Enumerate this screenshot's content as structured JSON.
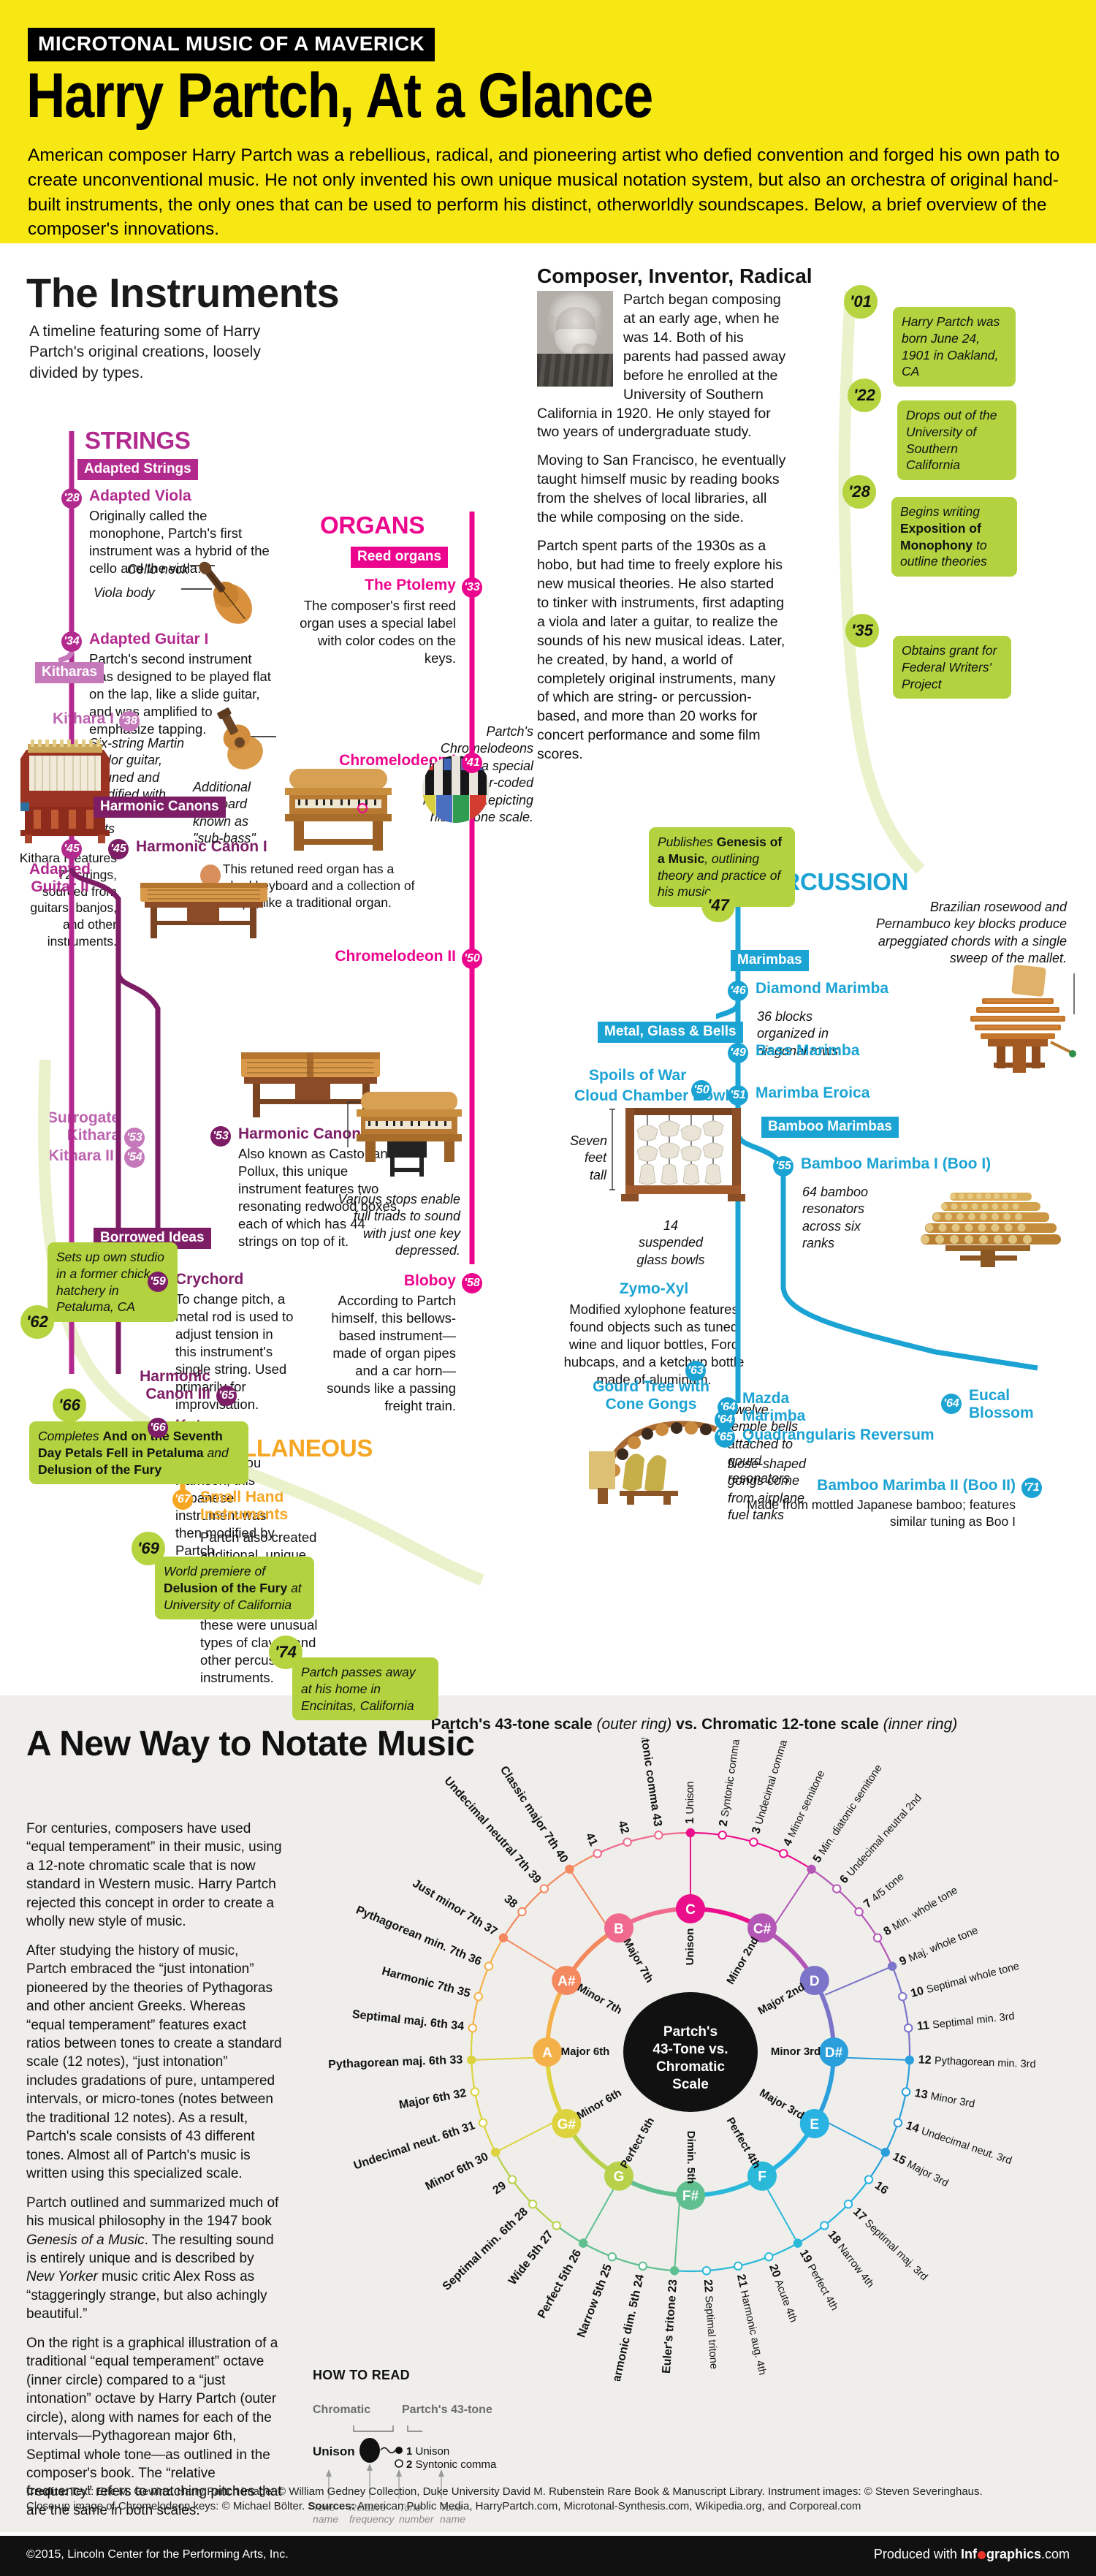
{
  "header": {
    "kicker": "MICROTONAL MUSIC OF A MAVERICK",
    "title": "Harry Partch, At a Glance",
    "intro": "American composer Harry Partch was a rebellious, radical, and pioneering artist who defied convention and forged his own path to create unconventional music. He not only invented his own unique musical notation system, but also an orchestra of original hand-built instruments, the only ones that can be used to perform his distinct, otherworldly soundscapes. Below, a brief overview of the composer's innovations.",
    "bg_color": "#f7e814"
  },
  "instruments": {
    "title": "The Instruments",
    "subtitle": "A timeline featuring some of Harry Partch's original creations, loosely divided by types."
  },
  "composer": {
    "heading": "Composer, Inventor, Radical",
    "p1": "Partch began composing at an early age, when he was 14. Both of his parents had passed away before he enrolled at the University of Southern California in 1920. He only stayed for two years of undergraduate study.",
    "p2": "Moving to San Francisco, he eventually taught himself music by reading books from the shelves of local libraries, all the while composing on the side.",
    "p3": "Partch spent parts of the 1930s as a hobo, but had time to freely explore his new musical theories. He also started to tinker with instruments, first adapting a viola and later a guitar, to realize the sounds of his new musical ideas. Later, he created, by hand, a world of completely original instruments, many of which are string- or percussion-based, and more than 20 works for concert performance and some film scores."
  },
  "life_timeline": [
    {
      "year": "'01",
      "text": "Harry Partch was born June 24, 1901 in Oakland, CA"
    },
    {
      "year": "'22",
      "text": "Drops out of the University of Southern California"
    },
    {
      "year": "'28",
      "text": "Begins writing Exposition of Monophony to outline theories",
      "bold_part": "Exposition of Monophony"
    },
    {
      "year": "'35",
      "text": "Obtains grant for Federal Writers' Project"
    },
    {
      "year": "'47",
      "text": "Publishes Genesis of a Music, outlining theory and practice of his music",
      "bold_part": "Genesis of a Music"
    },
    {
      "year": "'62",
      "text": "Sets up own studio in a former chick hatchery in Petaluma, CA"
    },
    {
      "year": "'66",
      "text": "Completes And on the Seventh Day Petals Fell in Petaluma and Delusion of the Fury",
      "bold_part": "And on the Seventh Day Petals Fell in Petaluma"
    },
    {
      "year": "'69",
      "text": "World premiere of Delusion of the Fury at University of California",
      "bold_part": "Delusion of the Fury"
    },
    {
      "year": "'74",
      "text": "Partch passes away at his home in Encinitas, California"
    }
  ],
  "categories": {
    "strings": {
      "label": "STRINGS",
      "color": "#b32a8f"
    },
    "organs": {
      "label": "ORGANS",
      "color": "#ec068d"
    },
    "percussion": {
      "label": "PERCUSSION",
      "color": "#1ba3d4"
    },
    "miscellaneous": {
      "label": "MISCELLANEOUS",
      "color": "#f5a623"
    }
  },
  "subgroups": {
    "adapted_strings": "Adapted Strings",
    "kitharas": "Kitharas",
    "harmonic_canons": "Harmonic Canons",
    "borrowed_ideas": "Borrowed Ideas",
    "reed_organs": "Reed organs",
    "metal_glass_bells": "Metal, Glass & Bells",
    "marimbas": "Marimbas",
    "bamboo_marimbas": "Bamboo Marimbas"
  },
  "strings": [
    {
      "year": "'28",
      "name": "Adapted Viola",
      "desc": "Originally called the monophone, Partch's first instrument was a hybrid of the cello and the viola.",
      "callouts": [
        "Cello neck",
        "Viola body"
      ]
    },
    {
      "year": "'34",
      "name": "Adapted Guitar I",
      "desc": "Partch's second instrument was designed to be played flat on the lap, like a slide guitar, and was amplified to emphasize tapping.",
      "callouts": [
        "Six-string Martin parlor guitar, retuned and modified with stainless steel frets"
      ]
    },
    {
      "year": "'38",
      "name": "Kithara I",
      "caption": "Kithara I features 72 strings, sourced from guitars, banjos, and other instruments."
    },
    {
      "year": "'45",
      "name": "Adapted Guitar II"
    },
    {
      "year": "'45",
      "name": "Harmonic Canon I"
    },
    {
      "year": "'53",
      "name": "Surrogate Kithara"
    },
    {
      "year": "'54",
      "name": "Kithara II"
    },
    {
      "year": "'53",
      "name": "Harmonic Canon II",
      "desc": "Also known as Castor and Pollux, this unique instrument features two resonating redwood boxes, each of which has 44 strings on top of it."
    },
    {
      "year": "'59",
      "name": "Crychord",
      "desc": "To change pitch, a metal rod is used to adjust tension in this instrument's single string. Used primarily for improvisation."
    },
    {
      "year": "'65",
      "name": "Harmonic Canon III"
    },
    {
      "year": "'66",
      "name": "Koto",
      "desc": "A gift from composer Lou Harrison, this Japanese instrument was then modified by Partch."
    }
  ],
  "organs": [
    {
      "year": "'33",
      "name": "The Ptolemy",
      "desc": "The composer's first reed organ uses a special label with color codes on the keys."
    },
    {
      "year": "'41",
      "name": "Chromelodeon I",
      "desc": "This retuned reed organ has a standard keyboard and a collection of stops, like a traditional organ.",
      "callouts": [
        "Additional keyboard known as \"sub-bass\""
      ],
      "keys_note": "Partch's Chromelodeons included a special color-coded keyboard depicting his 43-tone scale."
    },
    {
      "year": "'50",
      "name": "Chromelodeon II",
      "callouts": [
        "Various stops enable full triads to sound with just one key depressed."
      ]
    },
    {
      "year": "'58",
      "name": "Bloboy",
      "desc": "According to Partch himself, this bellows-based instrument—made of organ pipes and a car horn—sounds like a passing freight train."
    }
  ],
  "percussion": [
    {
      "year": "'50",
      "name": "Spoils of War",
      "name2": "Cloud Chamber Bowls",
      "callouts": [
        "Seven feet tall",
        "14 suspended glass bowls"
      ]
    },
    {
      "year": "'46",
      "name": "Diamond Marimba",
      "note": "Brazilian rosewood and Pernambuco key blocks produce arpeggiated chords with a single sweep of the mallet.",
      "callouts": [
        "36 blocks organized in diagonal rows"
      ]
    },
    {
      "year": "'49",
      "name": "Bass Marimba"
    },
    {
      "year": "'51",
      "name": "Marimba Eroica"
    },
    {
      "year": "'55",
      "name": "Bamboo Marimba I (Boo I)",
      "callouts": [
        "64 bamboo resonators across six ranks"
      ]
    },
    {
      "year": "'63",
      "name": "Zymo-Xyl",
      "desc": "Modified xylophone features found objects such as tuned wine and liquor bottles, Ford hubcaps, and a ketchup bottle made of aluminum."
    },
    {
      "year": "'64",
      "name": "Gourd Tree with Cone Gongs",
      "callouts": [
        "Twelve temple bells attached to gourd resonators",
        "Nose-shaped gongs come from airplane fuel tanks"
      ]
    },
    {
      "year": "'64",
      "name": "Mazda Marimba"
    },
    {
      "year": "'65",
      "name": "Quadrangularis Reversum"
    },
    {
      "year": "'64",
      "name": "Eucal Blossom"
    },
    {
      "year": "'71",
      "name": "Bamboo Marimba II (Boo II)",
      "desc": "Made from mottled Japanese bamboo; features similar tuning as Boo I"
    }
  ],
  "miscellaneous": [
    {
      "year": "'67",
      "name": "Small Hand Instruments",
      "desc": "Partch also created additional, unique instruments that were difficult to classify. Most of these were unusual types of claves and other percussion instruments."
    }
  ],
  "notate": {
    "title": "A New Way to Notate Music",
    "p1": "For centuries, composers have used “equal temperament” in their music, using a 12-note chromatic scale that is now standard in Western music. Harry Partch rejected this concept in order to create a wholly new style of music.",
    "p2": "After studying the history of music, Partch embraced the “just intonation” pioneered by the theories of Pythagoras and other ancient Greeks. Whereas “equal temperament” features exact ratios between tones to create a standard scale (12 notes), “just intonation” includes gradations of pure, untampered intervals, or micro-tones (notes between the traditional 12 notes). As a result, Partch's scale consists of 43 different tones. Almost all of Partch's music is written using this specialized scale.",
    "p3": "Partch outlined and summarized much of his musical philosophy in the 1947 book Genesis of a Music. The resulting sound is entirely unique and is described by New Yorker music critic Alex Ross as “staggeringly strange, but also achingly beautiful.”",
    "p4": "On the right is a graphical illustration of a traditional “equal temperament” octave (inner circle) compared to a “just intonation” octave by Harry Partch (outer circle), along with names for each of the intervals—Pythagorean major 6th, Septimal whole tone—as outlined in the composer's book. The “relative frequency” refers to matching pitches that are the same in both scales.",
    "wheel_title_a": "Partch's 43-tone scale",
    "wheel_title_b": "(outer ring)",
    "wheel_title_c": "vs. Chromatic 12-tone scale",
    "wheel_title_d": "(inner ring)",
    "center_label": "Partch's 43-Tone vs. Chromatic Scale",
    "howto": {
      "heading": "HOW TO READ",
      "chromatic": "Chromatic",
      "partch": "Partch's 43-tone",
      "unison": "Unison",
      "row1": "1 Unison",
      "row2": "2 Syntonic comma",
      "lbl_tone_name": "Tone name",
      "lbl_rel_freq": "Relative frequency",
      "lbl_tone_number": "Tone number",
      "lbl_tone_name2": "Tone name"
    }
  },
  "chart_data": {
    "type": "pie",
    "title": "Partch's 43-tone scale (outer ring) vs. Chromatic 12-tone scale (inner ring)",
    "legend_position": "none",
    "grid": false,
    "inner_ring": {
      "name": "Chromatic 12-tone scale",
      "notes": [
        {
          "note": "C",
          "interval": "Unison",
          "angle": 0,
          "color": "#ec0f8c",
          "matches_outer": 1
        },
        {
          "note": "C#",
          "interval": "Minor 2nd",
          "angle": 30,
          "color": "#b456b5",
          "matches_outer": 5
        },
        {
          "note": "D",
          "interval": "Major 2nd",
          "angle": 60,
          "color": "#7b74c9",
          "matches_outer": 9
        },
        {
          "note": "D#",
          "interval": "Minor 3rd",
          "angle": 90,
          "color": "#2a9fdb",
          "matches_outer": 12
        },
        {
          "note": "E",
          "interval": "Major 3rd",
          "angle": 120,
          "color": "#29b3e3",
          "matches_outer": 15
        },
        {
          "note": "F",
          "interval": "Perfect 4th",
          "angle": 150,
          "color": "#2ab9d8",
          "matches_outer": 19
        },
        {
          "note": "F#",
          "interval": "Dimin. 5th",
          "angle": 180,
          "color": "#5fbf8f",
          "matches_outer": 23
        },
        {
          "note": "G",
          "interval": "Perfect 5th",
          "angle": 210,
          "color": "#b7d14a",
          "matches_outer": 26
        },
        {
          "note": "G#",
          "interval": "Minor 6th",
          "angle": 240,
          "color": "#ddd33f",
          "matches_outer": 30
        },
        {
          "note": "A",
          "interval": "Major 6th",
          "angle": 270,
          "color": "#f5b149",
          "matches_outer": 33
        },
        {
          "note": "A#",
          "interval": "Minor 7th",
          "angle": 300,
          "color": "#f4885f",
          "matches_outer": 37
        },
        {
          "note": "B",
          "interval": "Major 7th",
          "angle": 330,
          "color": "#ef6a8c",
          "matches_outer": 40
        }
      ]
    },
    "outer_ring": {
      "name": "Partch's 43-tone scale",
      "tones": [
        {
          "number": 1,
          "name": "Unison",
          "filled": true
        },
        {
          "number": 2,
          "name": "Syntonic comma",
          "filled": false
        },
        {
          "number": 3,
          "name": "Undecimal comma",
          "filled": false
        },
        {
          "number": 4,
          "name": "Minor semitone",
          "filled": false
        },
        {
          "number": 5,
          "name": "Min. diatonic semitone",
          "filled": true
        },
        {
          "number": 6,
          "name": "Undecimal neutral 2nd",
          "filled": false
        },
        {
          "number": 7,
          "name": "4/5 tone",
          "filled": false
        },
        {
          "number": 8,
          "name": "Min. whole tone",
          "filled": false
        },
        {
          "number": 9,
          "name": "Maj. whole tone",
          "filled": true
        },
        {
          "number": 10,
          "name": "Septimal whole tone",
          "filled": false
        },
        {
          "number": 11,
          "name": "Septimal min. 3rd",
          "filled": false
        },
        {
          "number": 12,
          "name": "Pythagorean min. 3rd",
          "filled": true
        },
        {
          "number": 13,
          "name": "Minor 3rd",
          "filled": false
        },
        {
          "number": 14,
          "name": "Undecimal neut. 3rd",
          "filled": false
        },
        {
          "number": 15,
          "name": "Major 3rd",
          "filled": true
        },
        {
          "number": 16,
          "name": "",
          "filled": false
        },
        {
          "number": 17,
          "name": "Septimal maj. 3rd",
          "filled": false
        },
        {
          "number": 18,
          "name": "Narrow 4th",
          "filled": false
        },
        {
          "number": 19,
          "name": "Perfect 4th",
          "filled": true
        },
        {
          "number": 20,
          "name": "Acute 4th",
          "filled": false
        },
        {
          "number": 21,
          "name": "Harmonic aug. 4th",
          "filled": false
        },
        {
          "number": 22,
          "name": "Septimal tritone",
          "filled": false
        },
        {
          "number": 23,
          "name": "Euler's tritone",
          "filled": true
        },
        {
          "number": 24,
          "name": "Harmonic dim. 5th",
          "filled": false
        },
        {
          "number": 25,
          "name": "Narrow 5th",
          "filled": false
        },
        {
          "number": 26,
          "name": "Perfect 5th",
          "filled": true
        },
        {
          "number": 27,
          "name": "Wide 5th",
          "filled": false
        },
        {
          "number": 28,
          "name": "Septimal min. 6th",
          "filled": false
        },
        {
          "number": 29,
          "name": "",
          "filled": false
        },
        {
          "number": 30,
          "name": "Minor 6th",
          "filled": true
        },
        {
          "number": 31,
          "name": "Undecimal neut. 6th",
          "filled": false
        },
        {
          "number": 32,
          "name": "Major 6th",
          "filled": false
        },
        {
          "number": 33,
          "name": "Pythagorean maj. 6th",
          "filled": true
        },
        {
          "number": 34,
          "name": "Septimal maj. 6th",
          "filled": false
        },
        {
          "number": 35,
          "name": "Harmonic 7th",
          "filled": false
        },
        {
          "number": 36,
          "name": "Pythagorean min. 7th",
          "filled": false
        },
        {
          "number": 37,
          "name": "Just minor 7th",
          "filled": true
        },
        {
          "number": 38,
          "name": "",
          "filled": false
        },
        {
          "number": 39,
          "name": "Undecimal neutral 7th",
          "filled": false
        },
        {
          "number": 40,
          "name": "Classic major 7th",
          "filled": true
        },
        {
          "number": 41,
          "name": "",
          "filled": false
        },
        {
          "number": 42,
          "name": "",
          "filled": false
        },
        {
          "number": 43,
          "name": "Syntonic comma",
          "filled": false
        }
      ]
    }
  },
  "credits": {
    "line1_label": "Credits:",
    "line1": " Text: Eric M. Gewirtz. Harry Partch image: © William Gedney Collection, Duke University David M. Rubenstein Rare Book & Manuscript Library. Instrument images: © Steven Severinghaus.",
    "line2": "Close-up image of Chromelodeon keys: © Michael Bölter. ",
    "line2_label": "Sources:",
    "line2b": " American Public Media, HarryPartch.com, Microtonal-Synthesis.com, Wikipedia.org, and Corporeal.com"
  },
  "footer": {
    "left": "©2015, Lincoln Center for the Performing Arts, Inc.",
    "right_pre": "Produced with ",
    "right_brand": "Inf",
    "right_brand2": "graphics",
    "right_post": ".com"
  }
}
